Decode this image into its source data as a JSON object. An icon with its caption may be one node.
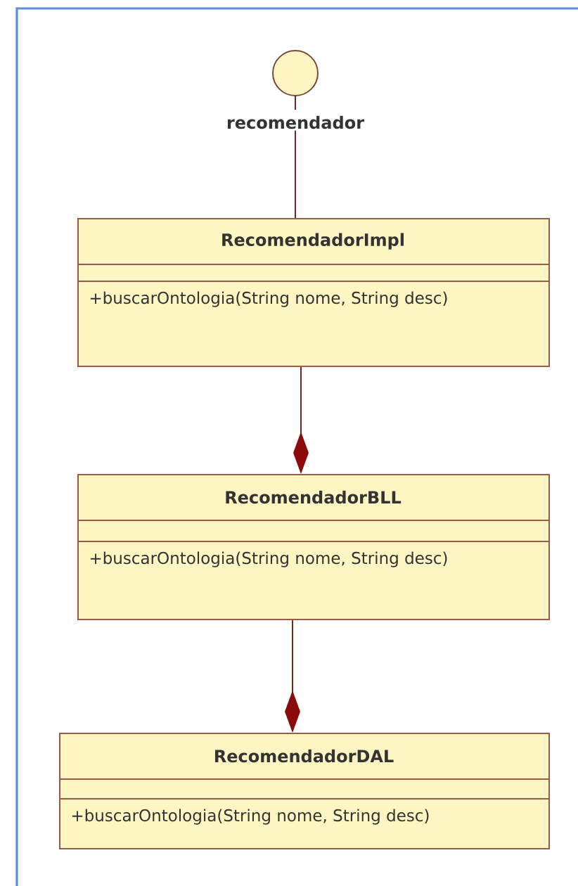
{
  "diagram": {
    "nodes": [
      {
        "text": [
          "recomendador"
        ]
      },
      {
        "text": [
          "RecomendadorImpl",
          "+buscarOntologia(String nome, String desc)"
        ]
      },
      {
        "text": [
          "RecomendadorBLL",
          "+buscarOntologia(String nome, String desc)"
        ]
      },
      {
        "text": [
          "RecomendadorDAL",
          "+buscarOntologia(String nome, String desc)"
        ]
      }
    ],
    "edges": [
      {
        "from": 0,
        "to": 1,
        "arrow": "none"
      },
      {
        "from": 1,
        "to": 2,
        "arrow": "other"
      },
      {
        "from": 2,
        "to": 3,
        "arrow": "other"
      }
    ]
  }
}
